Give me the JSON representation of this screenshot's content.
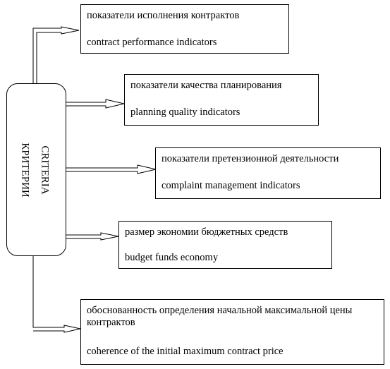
{
  "criteria": {
    "label_ru": "КРИТЕРИИ",
    "label_en": "CRITERIA"
  },
  "boxes": [
    {
      "ru": "показатели исполнения контрактов",
      "en": "contract performance indicators"
    },
    {
      "ru": "показатели качества планирования",
      "en": "planning quality indicators"
    },
    {
      "ru": "показатели претензионной деятельности",
      "en": "complaint management indicators"
    },
    {
      "ru": "размер экономии бюджетных средств",
      "en": "budget funds economy"
    },
    {
      "ru": "обоснованность определения начальной максимальной цены контрактов",
      "en": "coherence of the initial maximum contract price"
    }
  ]
}
